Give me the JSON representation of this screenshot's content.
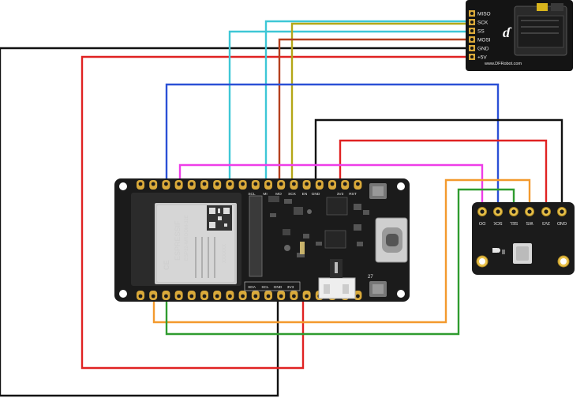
{
  "sd_module": {
    "pins": [
      "MISO",
      "SCK",
      "SS",
      "MOSI",
      "GND",
      "+5V"
    ],
    "url": "www.DFRobot.com"
  },
  "esp32_board": {
    "top_labels": [
      "SCL",
      "MI",
      "MO",
      "SCK",
      "EN",
      "GND",
      "3V3",
      "RST"
    ],
    "bottom_labels": [
      "SDA",
      "SCL",
      "GND",
      "3V3"
    ],
    "chip_text": {
      "brand": "ESPRESSIF",
      "model": "ESP32-WROOM-32E",
      "ce": "CE",
      "marking": "XXXXXX"
    },
    "board_number": "27"
  },
  "mic_module": {
    "pins": [
      "DO",
      "SCK",
      "SEL",
      "WS",
      "3V3",
      "GND"
    ]
  },
  "wire_colors": {
    "black": "#111111",
    "red": "#e02222",
    "blue": "#2b50d6",
    "cyan": "#3ec7d6",
    "olive": "#b5a718",
    "brown": "#b5401e",
    "magenta": "#ee3de8",
    "orange": "#f39a2e",
    "green": "#2f9c2f"
  }
}
